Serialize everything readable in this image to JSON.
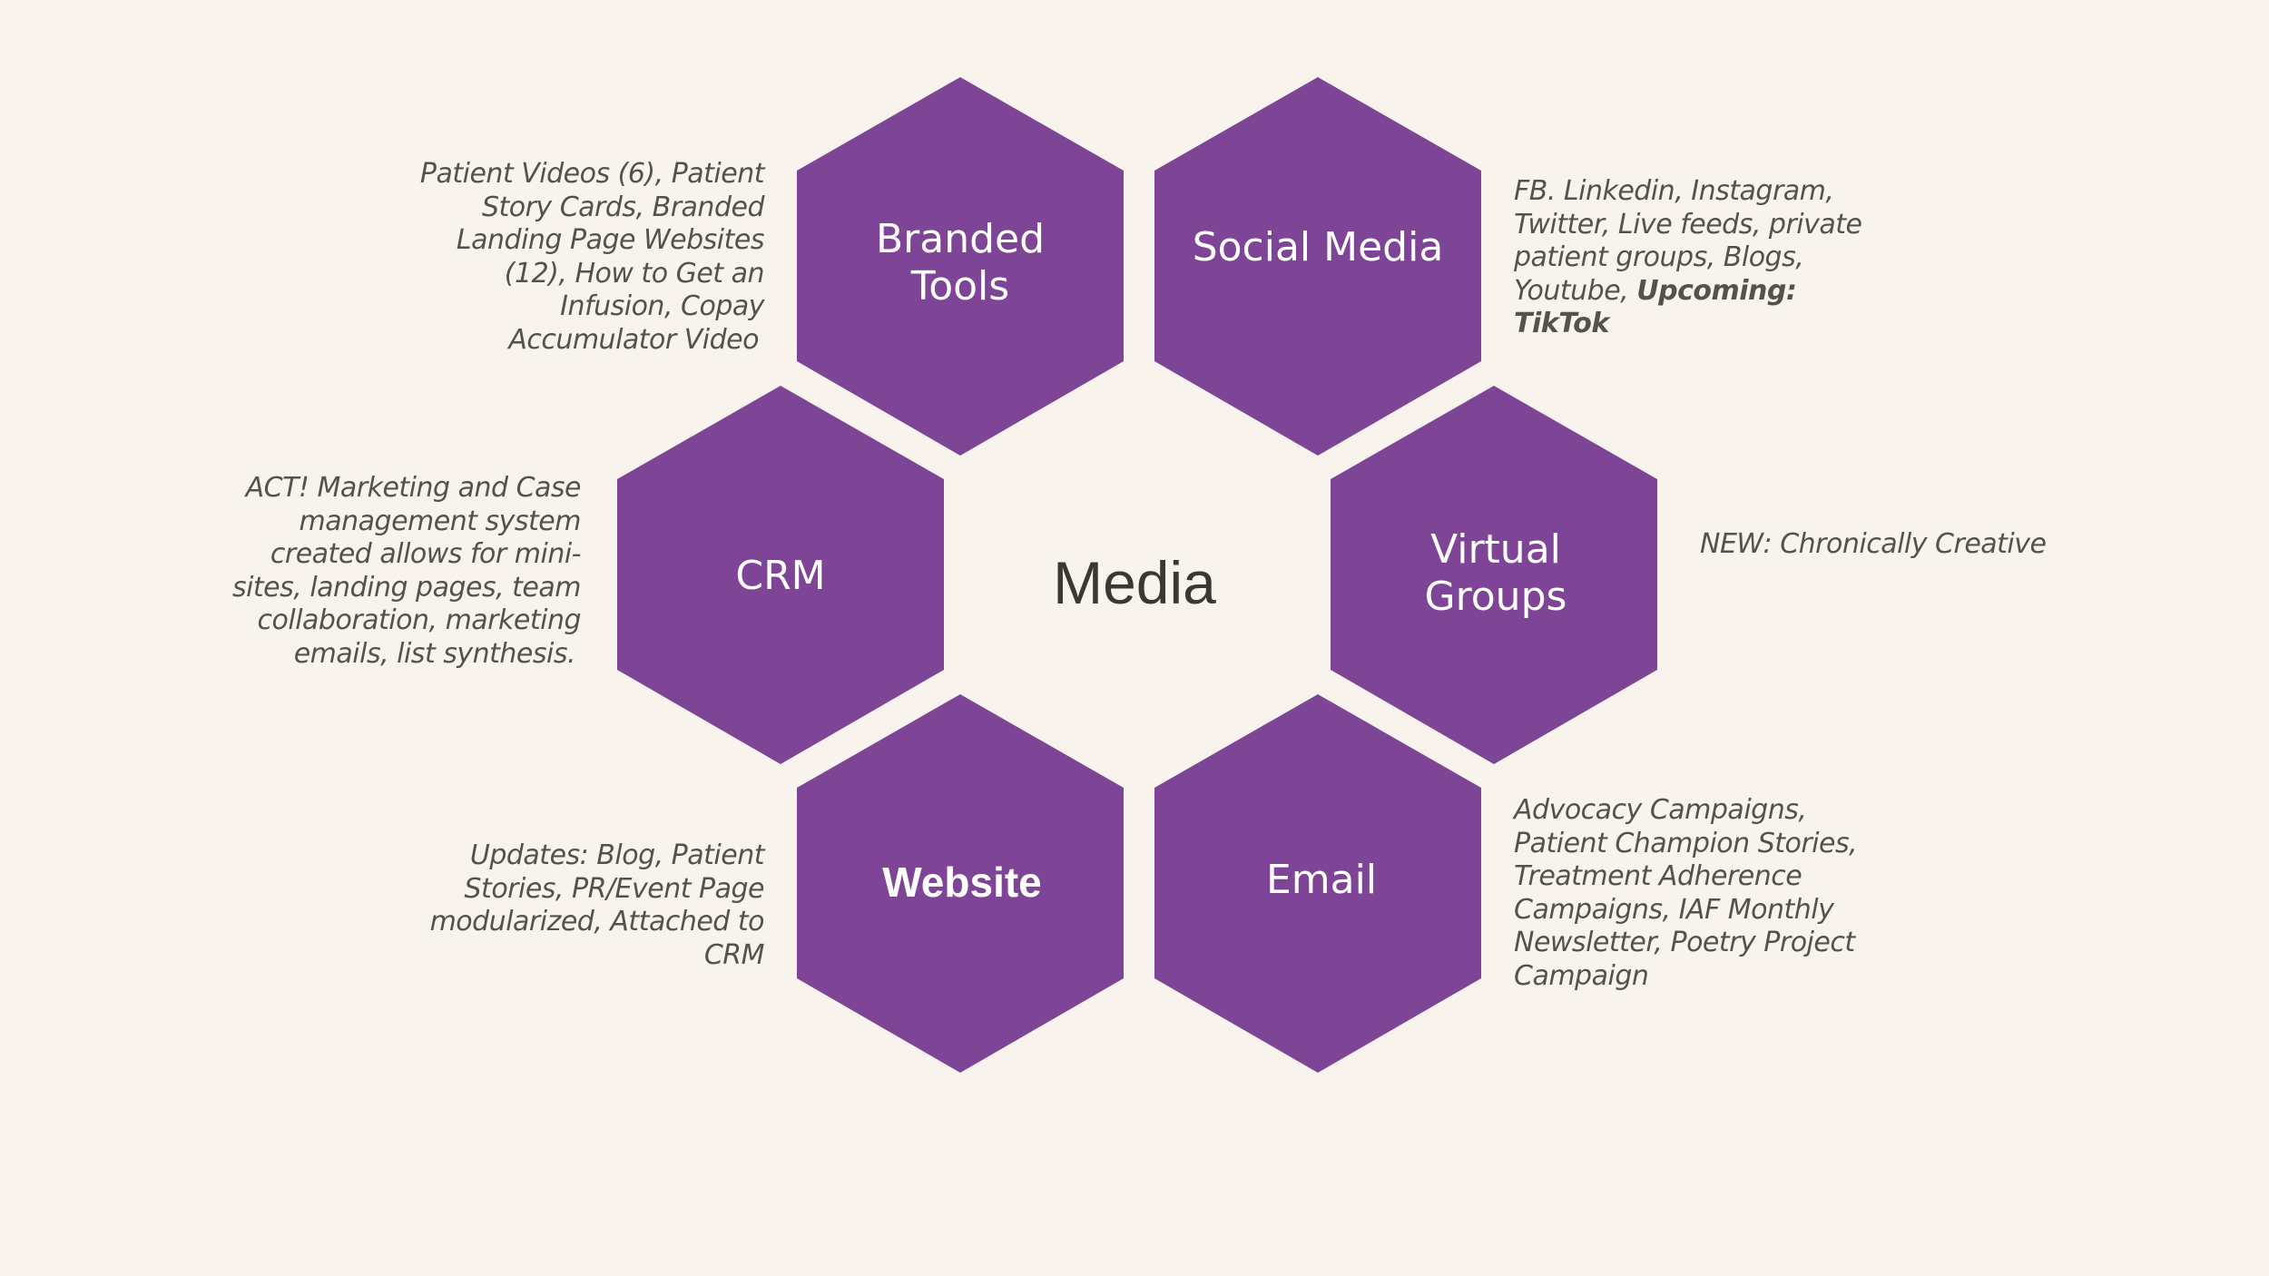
{
  "center": {
    "label": "Media"
  },
  "hexagons": {
    "branded_tools": {
      "line1": "Branded",
      "line2": "Tools"
    },
    "social_media": {
      "label": "Social Media"
    },
    "crm": {
      "label": "CRM"
    },
    "virtual_groups": {
      "line1": "Virtual",
      "line2": "Groups"
    },
    "website": {
      "label": "Website"
    },
    "email": {
      "label": "Email"
    }
  },
  "notes": {
    "branded_tools": [
      "Patient Videos (6), Patient",
      "Story Cards, Branded",
      "Landing Page Websites",
      "(12), How to Get an",
      "Infusion, Copay",
      "Accumulator Video"
    ],
    "social_media": {
      "lines": [
        "FB. Linkedin, Instagram,",
        "Twitter, Live feeds, private",
        "patient groups, Blogs,"
      ],
      "last_prefix": "Youtube, ",
      "upcoming": "Upcoming:",
      "tiktok": "TikTok"
    },
    "crm": [
      "ACT! Marketing and Case",
      "management system",
      "created allows for mini-",
      "sites, landing pages, team",
      "collaboration, marketing",
      "emails, list synthesis."
    ],
    "virtual_groups": "NEW: Chronically Creative",
    "website": [
      "Updates: Blog, Patient",
      "Stories, PR/Event Page",
      "modularized, Attached to",
      "CRM"
    ],
    "email": [
      "Advocacy Campaigns,",
      "Patient Champion Stories,",
      "Treatment Adherence",
      "Campaigns, IAF Monthly",
      "Newsletter, Poetry Project",
      "Campaign"
    ]
  },
  "colors": {
    "hexagon": "#7e4597",
    "background": "#f8f4ed",
    "note_text": "#55524b",
    "center_text": "#3b3833"
  }
}
